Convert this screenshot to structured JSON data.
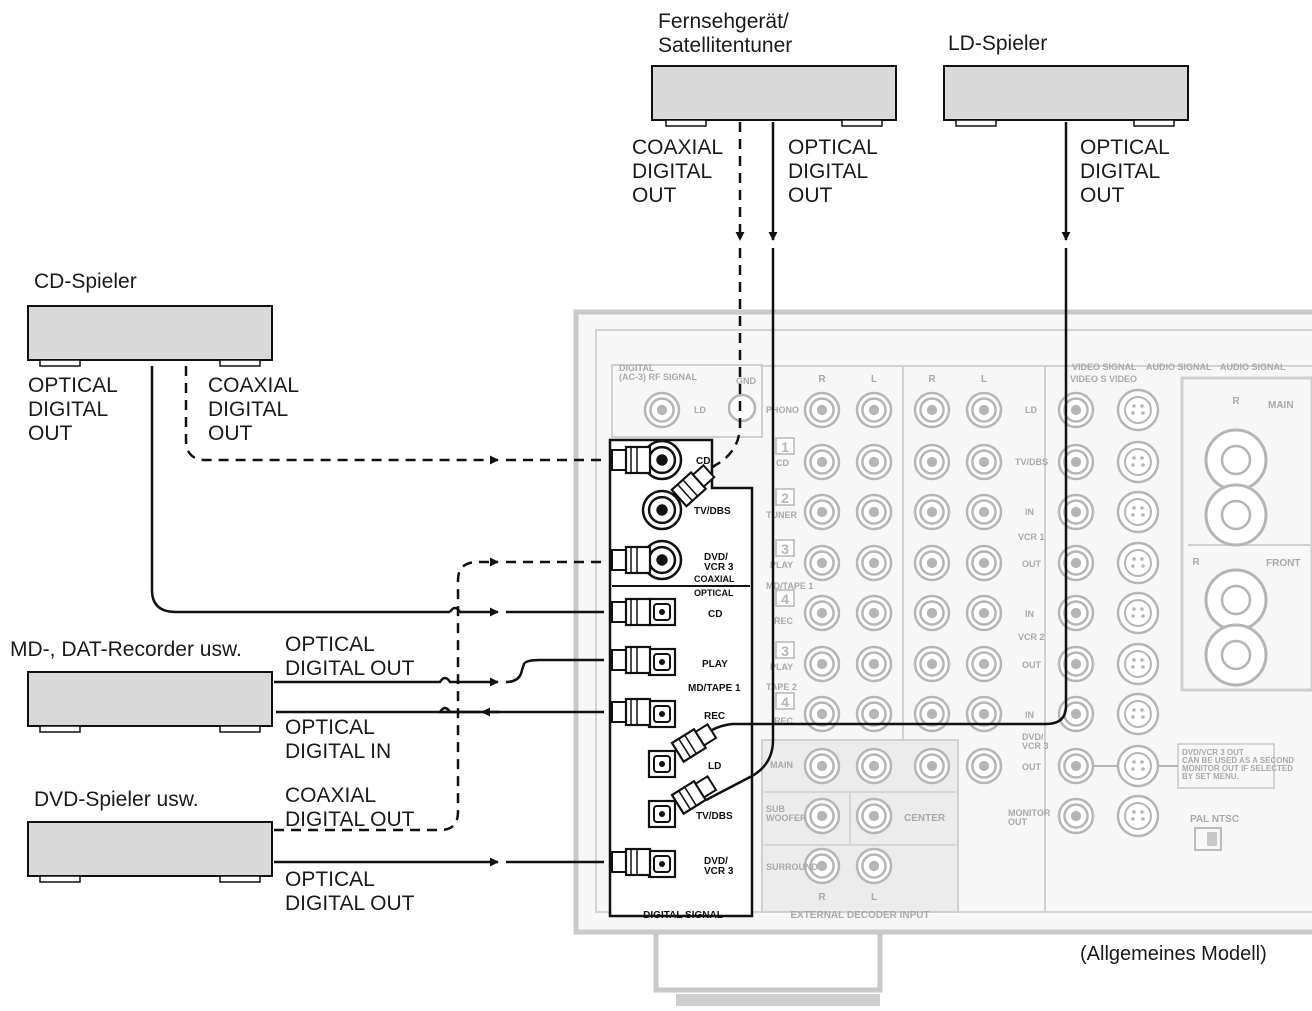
{
  "devices": {
    "tv": "Fernsehgerät/\nSatellitentuner",
    "ld": "LD-Spieler",
    "cd": "CD-Spieler",
    "md": "MD-, DAT-Recorder usw.",
    "dvd": "DVD-Spieler usw."
  },
  "signals": {
    "tv_coaxial": "COAXIAL\nDIGITAL\nOUT",
    "tv_optical": "OPTICAL\nDIGITAL\nOUT",
    "ld_optical": "OPTICAL\nDIGITAL\nOUT",
    "cd_optical": "OPTICAL\nDIGITAL\nOUT",
    "cd_coaxial": "COAXIAL\nDIGITAL\nOUT",
    "md_optical_out": "OPTICAL\nDIGITAL OUT",
    "md_optical_in": "OPTICAL\nDIGITAL IN",
    "dvd_coaxial": "COAXIAL\nDIGITAL OUT",
    "dvd_optical": "OPTICAL\nDIGITAL OUT"
  },
  "model_note": "(Allgemeines Modell)",
  "panel": {
    "digital_signal": "DIGITAL SIGNAL",
    "coaxial": "COAXIAL",
    "optical": "OPTICAL",
    "jacks": {
      "cd_coax": "CD",
      "tvdbs_coax": "TV/DBS",
      "dvd_coax": "DVD/\nVCR 3",
      "cd_opt": "CD",
      "play_opt": "PLAY",
      "mdtape": "MD/TAPE 1",
      "rec_opt": "REC",
      "ld_opt": "LD",
      "tvdbs_opt": "TV/DBS",
      "dvd_opt": "DVD/\nVCR 3"
    },
    "rf": "DIGITAL\n(AC-3) RF SIGNAL",
    "rf_ld": "LD",
    "gnd": "GND",
    "audio_left_labels": [
      "PHONO",
      "CD",
      "TUNER",
      "PLAY",
      "MD/TAPE 1",
      "REC",
      "PLAY",
      "TAPE 2",
      "REC",
      "MAIN",
      "SUB\nWOOFER",
      "SURROUND"
    ],
    "audio_numbers": [
      "1",
      "2",
      "3",
      "4",
      "3",
      "4"
    ],
    "center": "CENTER",
    "external_decoder": "EXTERNAL DECODER INPUT",
    "video_labels": [
      "LD",
      "TV/DBS",
      "IN",
      "VCR 1",
      "OUT",
      "IN",
      "VCR 2",
      "OUT",
      "IN",
      "DVD/\nVCR 3",
      "OUT",
      "MONITOR\nOUT"
    ],
    "header_video": "VIDEO SIGNAL",
    "header_audio1": "AUDIO SIGNAL",
    "header_audio2": "AUDIO SIGNAL",
    "video_svideo": "VIDEO  S VIDEO",
    "speaker_main": "MAIN",
    "speaker_front": "FRONT",
    "dvd_note": "DVD/VCR 3 OUT\nCAN BE USED AS A SECOND\nMONITOR OUT IF SELECTED\nBY SET MENU.",
    "pal_ntsc": "PAL NTSC",
    "ch_r": "R",
    "ch_l": "L"
  }
}
